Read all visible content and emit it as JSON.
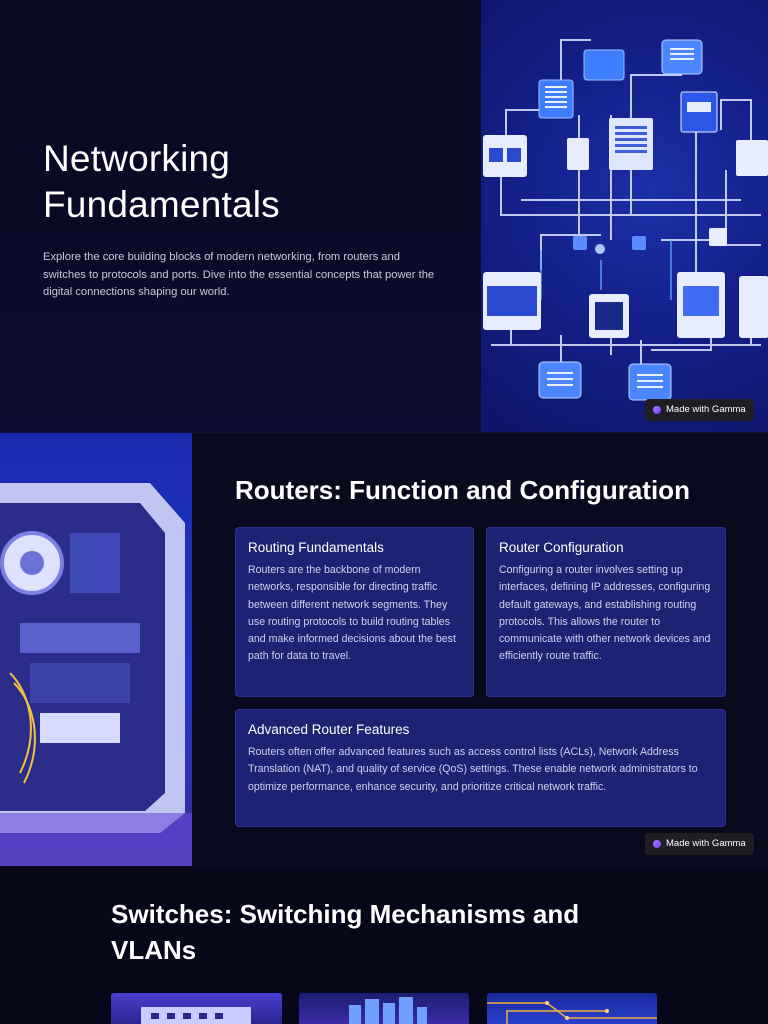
{
  "slide1": {
    "title": "Networking Fundamentals",
    "description": "Explore the core building blocks of modern networking, from routers and switches to protocols and ports. Dive into the essential concepts that power the digital connections shaping our world.",
    "badge": "Made with Gamma"
  },
  "slide2": {
    "heading": "Routers: Function and Configuration",
    "cards": [
      {
        "title": "Routing Fundamentals",
        "body": "Routers are the backbone of modern networks, responsible for directing traffic between different network segments. They use routing protocols to build routing tables and make informed decisions about the best path for data to travel."
      },
      {
        "title": "Router Configuration",
        "body": "Configuring a router involves setting up interfaces, defining IP addresses, configuring default gateways, and establishing routing protocols. This allows the router to communicate with other network devices and efficiently route traffic."
      },
      {
        "title": "Advanced Router Features",
        "body": "Routers often offer advanced features such as access control lists (ACLs), Network Address Translation (NAT), and quality of service (QoS) settings. These enable network administrators to optimize performance, enhance security, and prioritize critical network traffic."
      }
    ],
    "badge": "Made with Gamma"
  },
  "slide3": {
    "heading": "Switches: Switching Mechanisms and VLANs"
  },
  "colors": {
    "accent": "#2a3bd0",
    "card": "#1b2372",
    "background": "#07071a"
  }
}
